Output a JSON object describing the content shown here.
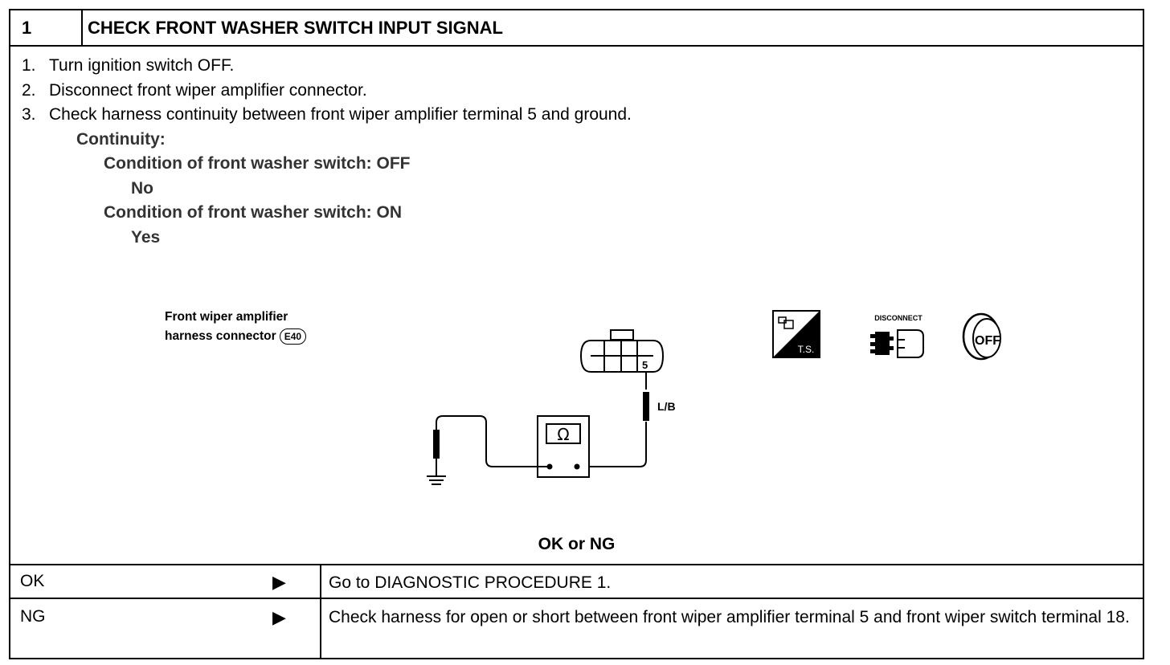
{
  "header": {
    "step_number": "1",
    "title": "CHECK FRONT WASHER SWITCH INPUT SIGNAL"
  },
  "steps": [
    {
      "num": "1.",
      "text": "Turn ignition switch OFF."
    },
    {
      "num": "2.",
      "text": "Disconnect front wiper amplifier connector."
    },
    {
      "num": "3.",
      "text": "Check harness continuity between front wiper amplifier terminal 5 and ground."
    }
  ],
  "continuity": {
    "heading": "Continuity:",
    "off_condition": "Condition of front washer switch: OFF",
    "off_value": "No",
    "on_condition": "Condition of front washer switch: ON",
    "on_value": "Yes"
  },
  "diagram": {
    "connector_label_line1": "Front wiper amplifier",
    "connector_label_line2": "harness connector",
    "connector_id": "E40",
    "terminal": "5",
    "wire_color": "L/B",
    "meter_symbol": "Ω",
    "ts_label": "T.S.",
    "disconnect_label": "DISCONNECT",
    "off_label": "OFF",
    "icons": [
      "tester-ts-icon",
      "disconnect-connector-icon",
      "ignition-off-key-icon"
    ]
  },
  "ok_ng_label": "OK or NG",
  "results": [
    {
      "label": "OK",
      "arrow": "▶",
      "action": "Go to DIAGNOSTIC PROCEDURE 1."
    },
    {
      "label": "NG",
      "arrow": "▶",
      "action": "Check harness for open or short between front wiper amplifier terminal 5 and front wiper switch terminal 18."
    }
  ]
}
